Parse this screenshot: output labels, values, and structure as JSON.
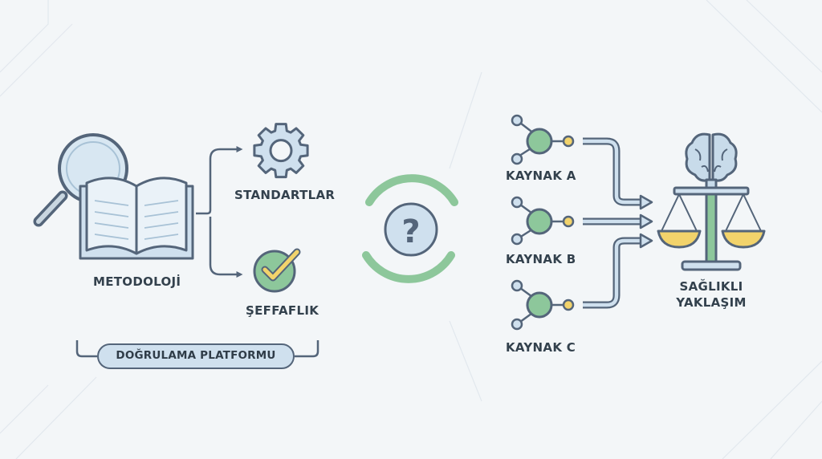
{
  "left": {
    "methodology_label": "METODOLOJİ",
    "standards_label": "STANDARTLAR",
    "transparency_label": "ŞEFFAFLIK",
    "platform_label": "DOĞRULAMA PLATFORMU"
  },
  "center": {
    "question_mark": "?"
  },
  "right": {
    "sources": [
      "KAYNAK A",
      "KAYNAK B",
      "KAYNAK C"
    ],
    "result_line1": "SAĞLIKLI",
    "result_line2": "YAKLAŞIM"
  },
  "colors": {
    "outline": "#54657a",
    "blue_fill": "#cfe0ee",
    "green": "#8dc79b",
    "yellow": "#f2d36b",
    "brain": "#c8dbea",
    "text": "#33414d",
    "background": "#f3f6f8"
  }
}
